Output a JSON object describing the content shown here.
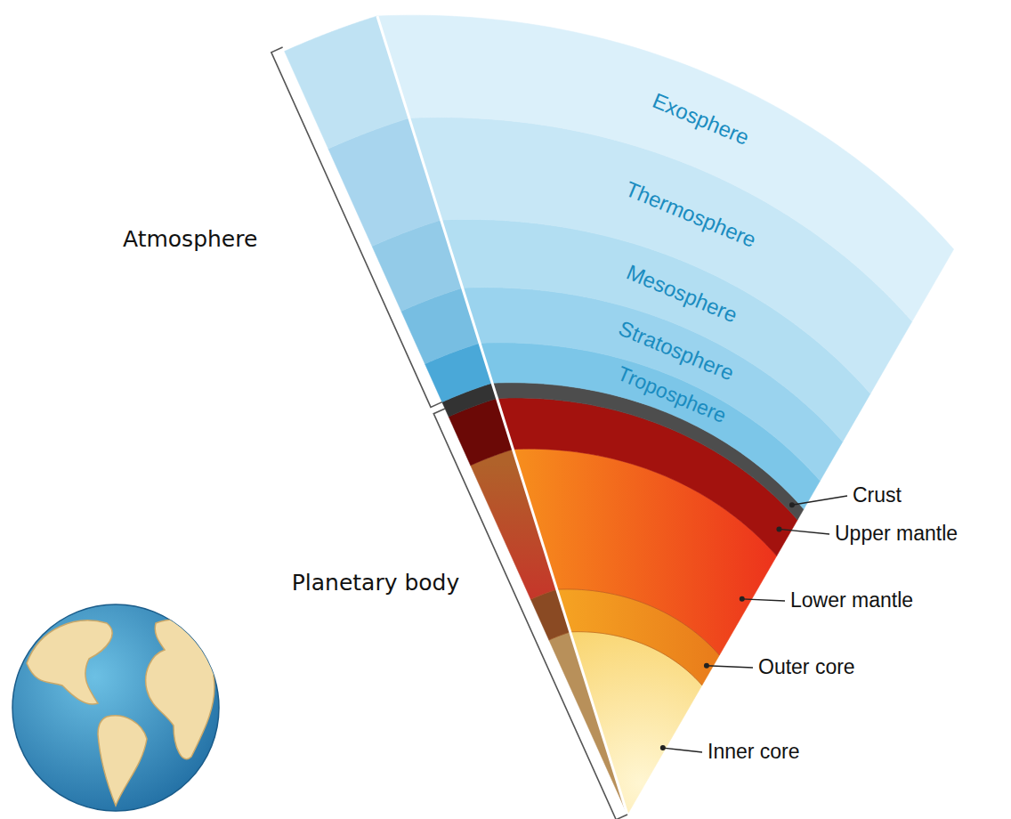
{
  "diagram": {
    "labels": [
      "Atmosphere",
      "Exosphere",
      "Thermosphere",
      "Mesosphere",
      "Stratosphere",
      "Troposphere",
      "Planetary body",
      "Crust",
      "Upper mantle",
      "Lower mantle",
      "Outer core",
      "Inner core"
    ]
  }
}
